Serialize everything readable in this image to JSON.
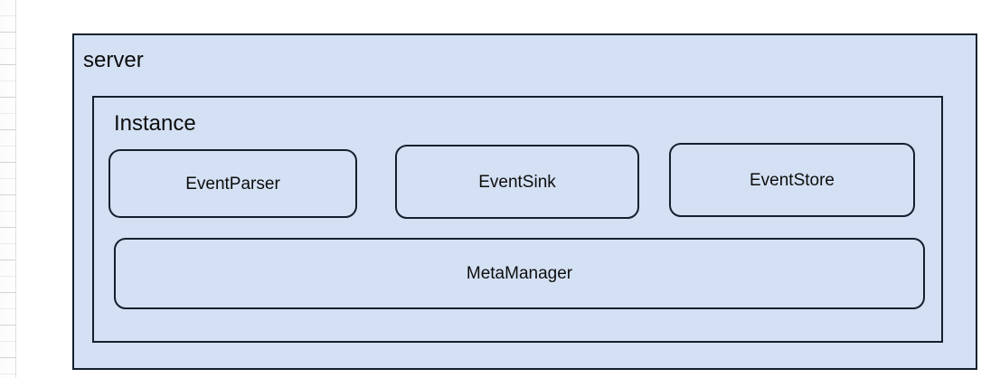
{
  "diagram": {
    "title": "server",
    "background_color": "#ffffff",
    "node_fill_color": "#d4e1f4",
    "node_border_color": "#14202e",
    "text_color": "#0d0d0d",
    "containers": [
      {
        "id": "server",
        "label": "server",
        "shape": "rectangle"
      },
      {
        "id": "instance",
        "label": "Instance",
        "shape": "rectangle"
      }
    ],
    "components": [
      {
        "id": "eventparser",
        "label": "EventParser",
        "shape": "rounded-rectangle"
      },
      {
        "id": "eventsink",
        "label": "EventSink",
        "shape": "rounded-rectangle"
      },
      {
        "id": "eventstore",
        "label": "EventStore",
        "shape": "rounded-rectangle"
      },
      {
        "id": "metamanager",
        "label": "MetaManager",
        "shape": "rounded-rectangle"
      }
    ]
  }
}
